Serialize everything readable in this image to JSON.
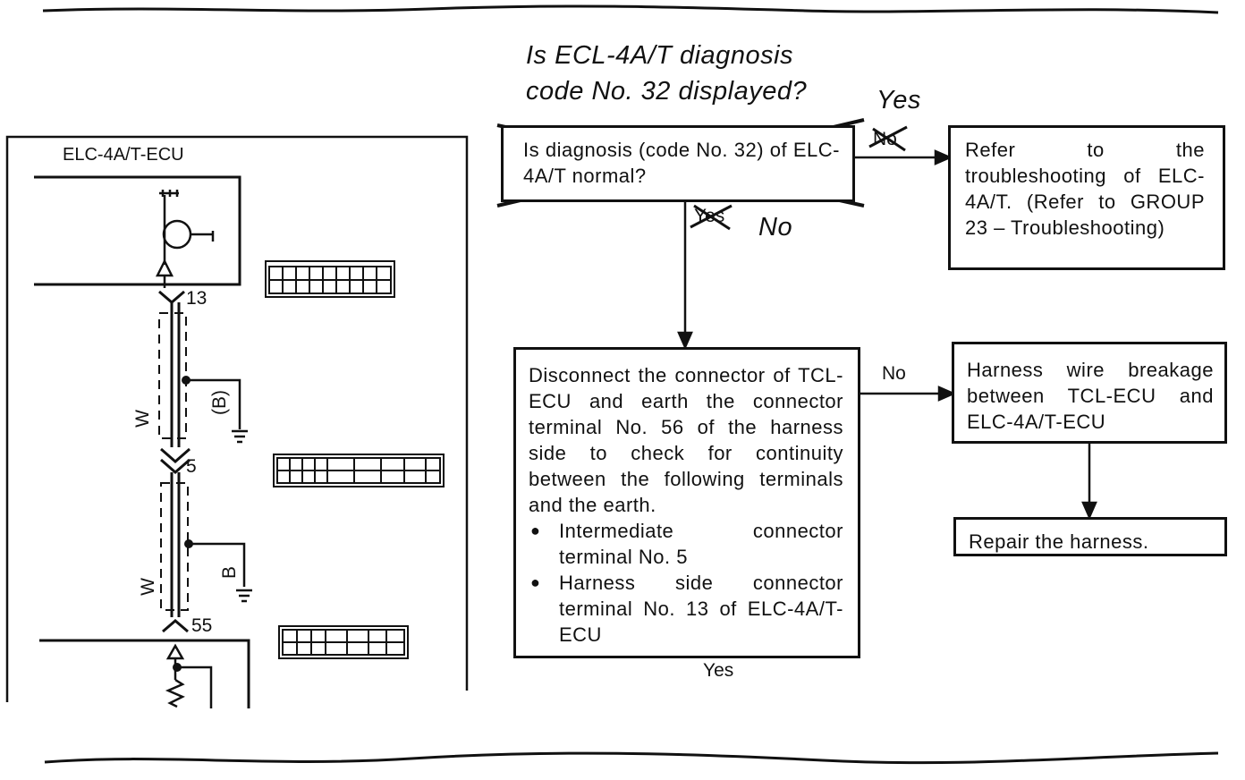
{
  "handwritten": {
    "question": "Is ECL-4A/T diagnosis\ncode No. 32 displayed?",
    "yes": "Yes",
    "no": "No"
  },
  "flow": {
    "crossed_question": "Is diagnosis (code No. 32) of ELC-4A/T normal?",
    "crossed_no": "No",
    "crossed_yes": "Yes",
    "refer_box": "Refer to the troubleshooting of ELC-4A/T. (Refer to GROUP 23 – Troubleshooting)",
    "check_box": {
      "text": "Disconnect the connector of TCL-ECU and earth the connector terminal No. 56 of the harness side to check for continuity between the following terminals and the earth.",
      "bullets": [
        "Intermediate connector terminal No. 5",
        "Harness side connector terminal No. 13 of ELC-4A/T-ECU"
      ]
    },
    "no_label": "No",
    "yes_label": "Yes",
    "harness_box": "Harness wire breakage between TCL-ECU and ELC-4A/T-ECU",
    "repair_box": "Repair the harness."
  },
  "circuit": {
    "ecu_label": "ELC-4A/T-ECU",
    "terminal_13": "13",
    "terminal_5": "5",
    "terminal_55": "55",
    "wire_w1": "W",
    "wire_w2": "W",
    "earth_b1": "(B)",
    "earth_b2": "B"
  }
}
